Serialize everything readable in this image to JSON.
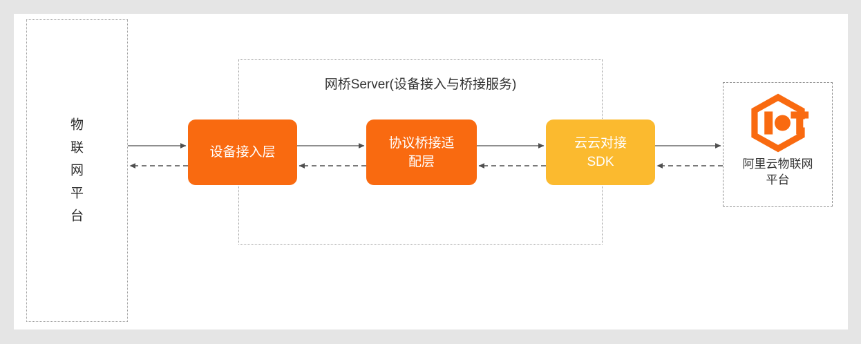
{
  "diagram": {
    "title_visible": false,
    "background_color": "#e5e5e5",
    "canvas_color": "#ffffff",
    "left_node": {
      "label": "物\n联\n网\n平\n台",
      "border_style": "dotted",
      "border_color": "#9a9a9a"
    },
    "bridge_container": {
      "title": "网桥Server(设备接入与桥接服务)",
      "border_style": "dotted",
      "border_color": "#9a9a9a",
      "title_color": "#333333"
    },
    "process_boxes": [
      {
        "label": "设备接入层",
        "color": "#f96a10",
        "name": "device-access-layer"
      },
      {
        "label": "协议桥接适\n配层",
        "color": "#f96a10",
        "name": "protocol-bridge-adapter-layer"
      },
      {
        "label": "云云对接\nSDK",
        "color": "#fbba2f",
        "name": "cloud-to-cloud-sdk"
      }
    ],
    "right_node": {
      "label": "阿里云物联网\n平台",
      "logo_name": "iot-hexagon-logo",
      "logo_color": "#f96a10",
      "border_style": "dashed",
      "border_color": "#8e8e8e"
    },
    "connections": [
      {
        "from": "iot-platform",
        "to": "device-access-layer",
        "style": "solid",
        "direction": "right"
      },
      {
        "from": "device-access-layer",
        "to": "iot-platform",
        "style": "dashed",
        "direction": "left"
      },
      {
        "from": "device-access-layer",
        "to": "protocol-bridge-adapter-layer",
        "style": "solid",
        "direction": "right"
      },
      {
        "from": "protocol-bridge-adapter-layer",
        "to": "device-access-layer",
        "style": "dashed",
        "direction": "left"
      },
      {
        "from": "protocol-bridge-adapter-layer",
        "to": "cloud-to-cloud-sdk",
        "style": "solid",
        "direction": "right"
      },
      {
        "from": "cloud-to-cloud-sdk",
        "to": "protocol-bridge-adapter-layer",
        "style": "dashed",
        "direction": "left"
      },
      {
        "from": "cloud-to-cloud-sdk",
        "to": "aliyun-iot-platform",
        "style": "solid",
        "direction": "right"
      },
      {
        "from": "aliyun-iot-platform",
        "to": "cloud-to-cloud-sdk",
        "style": "dashed",
        "direction": "left"
      }
    ],
    "arrow_color": "#5a5a5a"
  }
}
